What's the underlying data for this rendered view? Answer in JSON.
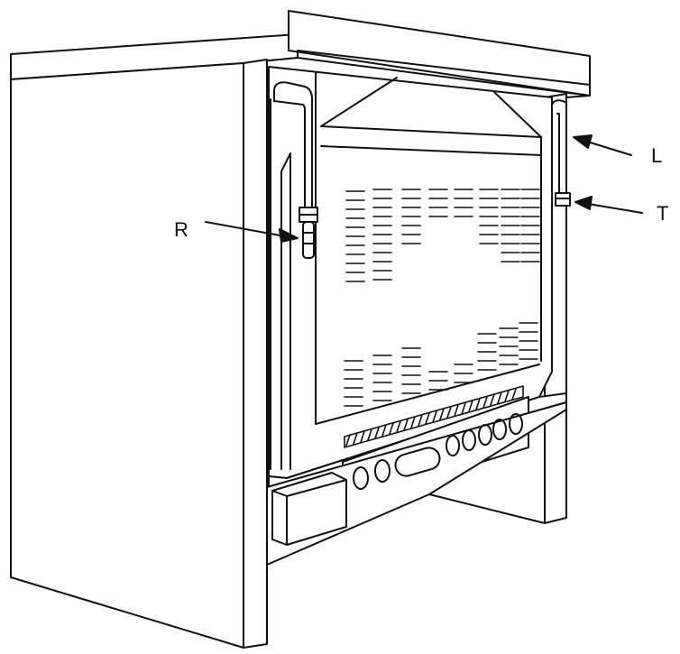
{
  "diagram": {
    "labels": {
      "r": "R",
      "l": "L",
      "t": "T"
    },
    "colors": {
      "line": "#111111",
      "fill": "#ffffff"
    }
  }
}
